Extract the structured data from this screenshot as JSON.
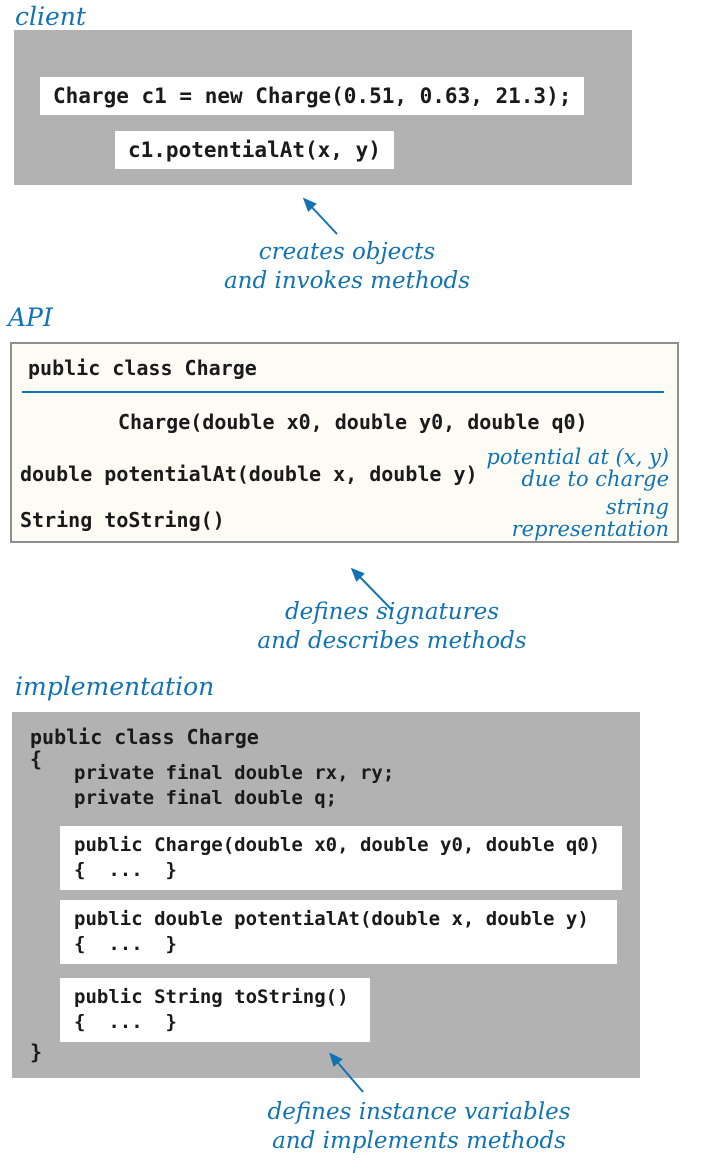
{
  "colors": {
    "blue": "#1273b4",
    "panel_gray": "#b2b2b2"
  },
  "client": {
    "label": "client",
    "statement1": "Charge c1 = new Charge(0.51, 0.63, 21.3);",
    "statement2": "c1.potentialAt(x, y)",
    "caption_line1": "creates objects",
    "caption_line2": "and invokes methods"
  },
  "api": {
    "label": "API",
    "class_decl": "public class Charge",
    "constructor_sig": "Charge(double x0, double y0, double q0)",
    "method1_sig": "double potentialAt(double x, double y)",
    "method1_note_line1": "potential at (x, y)",
    "method1_note_line2": "due to charge",
    "method2_sig": "String toString()",
    "method2_note_line1": "string",
    "method2_note_line2": "representation",
    "caption_line1": "defines signatures",
    "caption_line2": "and describes methods"
  },
  "implementation": {
    "label": "implementation",
    "class_decl": "public class Charge",
    "open_brace": "{",
    "field1": "private final double rx, ry;",
    "field2": "private final double q;",
    "method1_sig": "public Charge(double x0, double y0, double q0)",
    "method1_body": "{  ...  }",
    "method2_sig": "public double potentialAt(double x, double y)",
    "method2_body": "{  ...  }",
    "method3_sig": "public String toString()",
    "method3_body": "{  ...  }",
    "close_brace": "}",
    "caption_line1": "defines instance variables",
    "caption_line2": "and implements methods"
  }
}
